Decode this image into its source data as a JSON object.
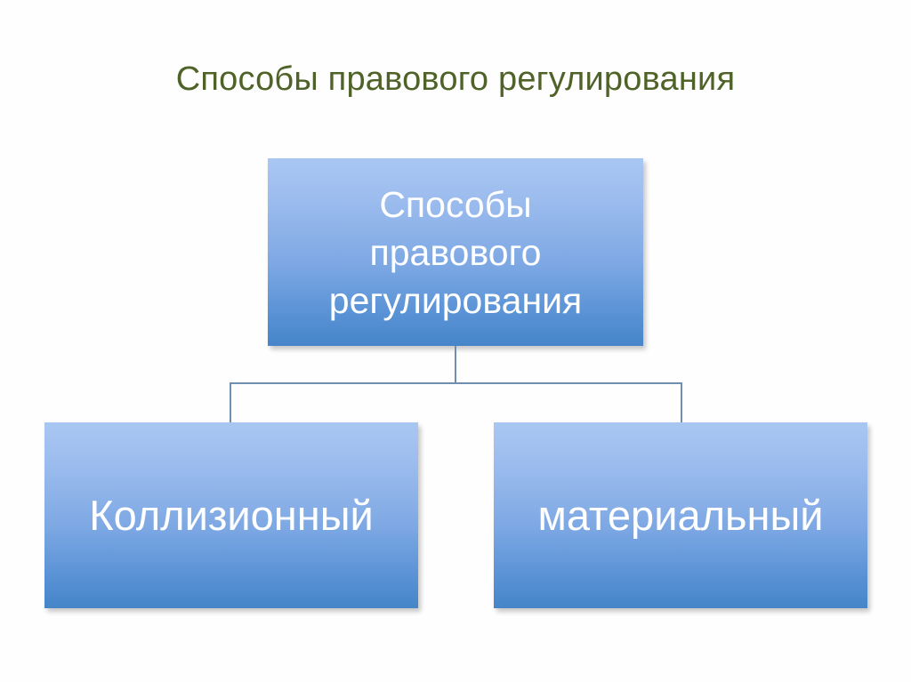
{
  "slide": {
    "title": "Способы правового регулирования",
    "background_color": "#fefefe",
    "title_color": "#4f6228"
  },
  "diagram": {
    "type": "org-chart",
    "node_gradient_top": "#a9c7f2",
    "node_gradient_bottom": "#4585c8",
    "node_text_color": "#ffffff",
    "connector_color": "#6f8fb0",
    "root": {
      "label": "Способы\nправового\nрегулирования"
    },
    "children": [
      {
        "label": "Коллизионный"
      },
      {
        "label": "материальный"
      }
    ]
  }
}
